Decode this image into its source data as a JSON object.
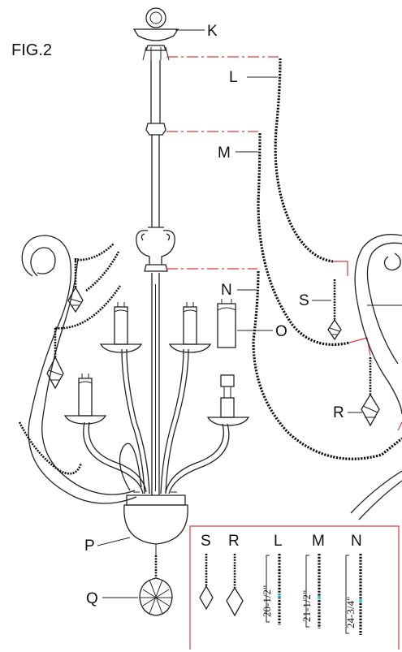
{
  "figure": {
    "title": "FIG.2",
    "callouts": {
      "K": "K",
      "L": "L",
      "M": "M",
      "N": "N",
      "O": "O",
      "P": "P",
      "Q": "Q",
      "R": "R",
      "S": "S"
    }
  },
  "inset": {
    "headers": [
      "S",
      "R",
      "L",
      "M",
      "N"
    ],
    "lengths": {
      "L": "20-1/2\"",
      "M": "21-1/2\"",
      "N": "24-3/4\""
    }
  },
  "colors": {
    "line": "#222222",
    "callout_red": "#e0383d",
    "accent_cyan": "#35c4d6"
  }
}
